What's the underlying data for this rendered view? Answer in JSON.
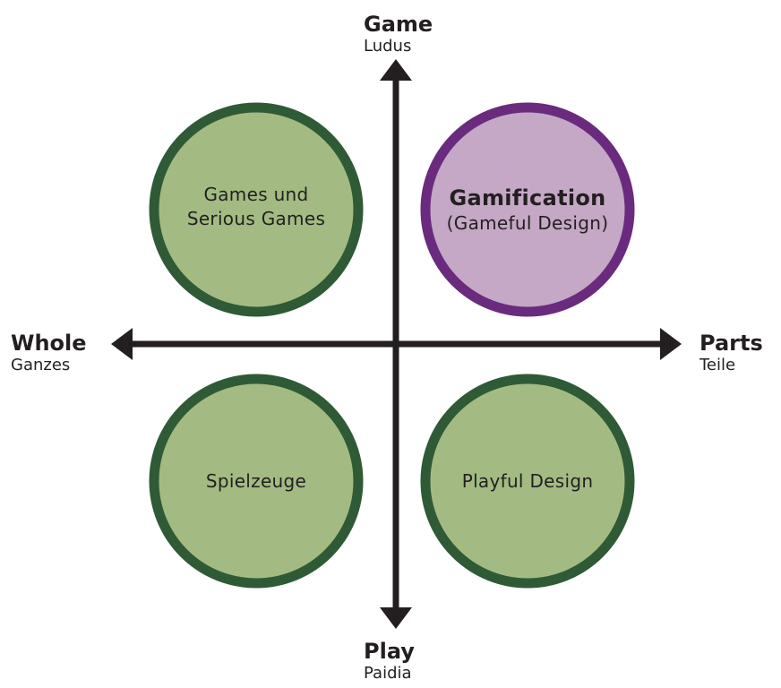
{
  "axes": {
    "top": {
      "label": "Game",
      "sublabel": "Ludus"
    },
    "bottom": {
      "label": "Play",
      "sublabel": "Paidia"
    },
    "left": {
      "label": "Whole",
      "sublabel": "Ganzes"
    },
    "right": {
      "label": "Parts",
      "sublabel": "Teile"
    }
  },
  "quadrants": {
    "top_left": {
      "line1": "Games und",
      "line2": "Serious Games"
    },
    "top_right": {
      "title": "Gamification",
      "subtitle": "(Gameful Design)"
    },
    "bottom_left": {
      "label": "Spielzeuge"
    },
    "bottom_right": {
      "label": "Playful Design"
    }
  },
  "colors": {
    "axis": "#231f20",
    "green_fill": "#a3bb83",
    "green_border": "#2f5a36",
    "purple_fill": "#c4a8c6",
    "purple_border": "#6a2a7e"
  }
}
